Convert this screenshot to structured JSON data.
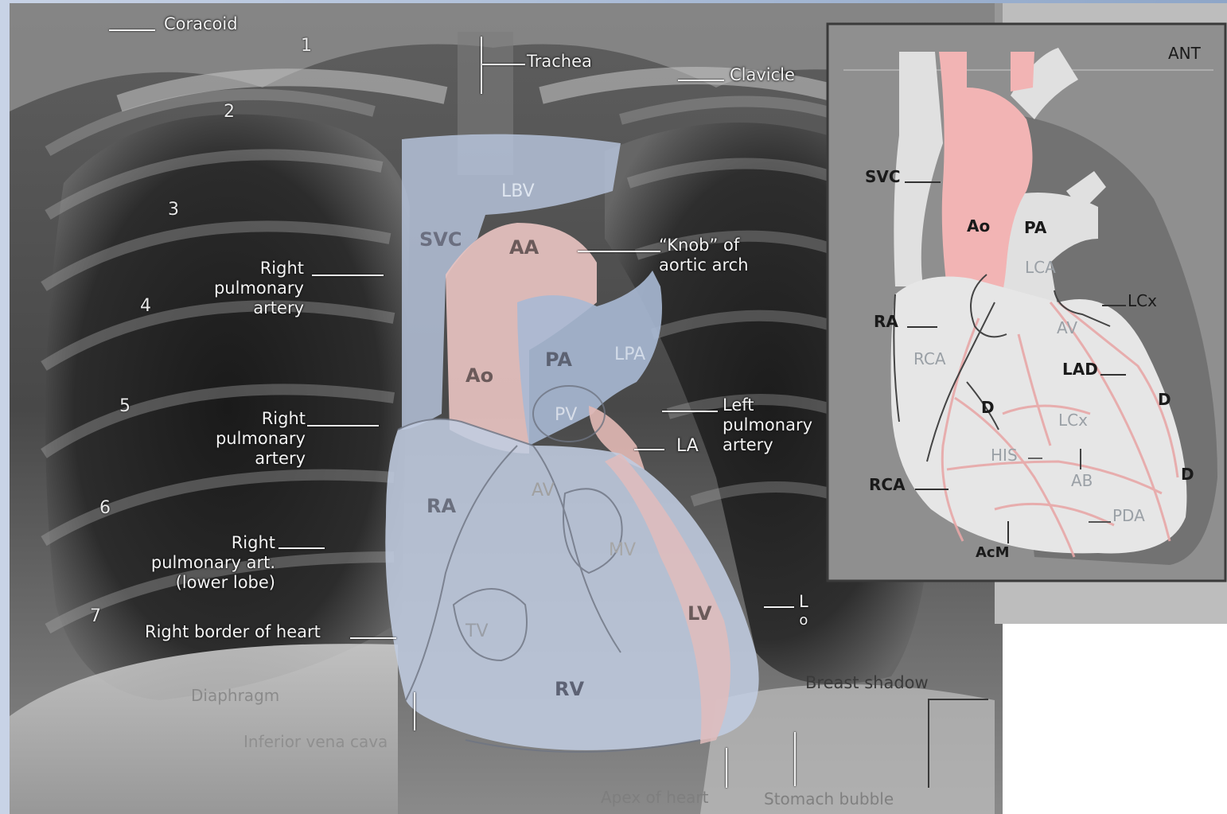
{
  "xray_labels": {
    "coracoid": "Coracoid",
    "trachea": "Trachea",
    "clavicle": "Clavicle",
    "right_pulmonary_artery_upper": [
      "Right",
      "pulmonary",
      "artery"
    ],
    "right_pulmonary_artery_middle": [
      "Right",
      "pulmonary",
      "artery"
    ],
    "right_pulmonary_art_lower": [
      "Right",
      "pulmonary art.",
      "(lower lobe)"
    ],
    "knob_of_aortic_arch": [
      "“Knob” of",
      "aortic arch"
    ],
    "left_pulmonary_artery": [
      "Left",
      "pulmonary",
      "artery"
    ],
    "right_border_of_heart": "Right border of heart",
    "diaphragm": "Diaphragm",
    "inferior_vena_cava": "Inferior vena cava",
    "apex_of_heart": "Apex of heart",
    "stomach_bubble": "Stomach bubble",
    "breast_shadow": "Breast shadow",
    "lo": [
      "L",
      "o"
    ]
  },
  "rib_numbers": [
    "1",
    "2",
    "3",
    "4",
    "5",
    "6",
    "7"
  ],
  "heart_labels": {
    "lbv": "LBV",
    "svc": "SVC",
    "aa": "AA",
    "ao": "Ao",
    "pa": "PA",
    "lpa": "LPA",
    "pv": "PV",
    "la": "LA",
    "ra": "RA",
    "av": "AV",
    "mv": "MV",
    "tv": "TV",
    "lv": "LV",
    "rv": "RV"
  },
  "inset": {
    "ant": "ANT",
    "svc": "SVC",
    "ao": "Ao",
    "pa": "PA",
    "lca": "LCA",
    "lcx_top": "LCx",
    "ra": "RA",
    "av": "AV",
    "rca_upper": "RCA",
    "lad": "LAD",
    "d_left": "D",
    "d_right_upper": "D",
    "lcx_mid": "LCx",
    "his": "HIS",
    "ab": "AB",
    "rca_lower": "RCA",
    "d_right_lower": "D",
    "pda": "PDA",
    "acm": "AcM"
  },
  "colors": {
    "xray_dark": "#2b2b2b",
    "heart_blue": "#b8c6de",
    "aorta_pink": "#e7c2c0",
    "inset_bg": "#8f8f8f",
    "inset_heart": "#e6e6e6",
    "inset_pink": "#f2b4b4"
  }
}
